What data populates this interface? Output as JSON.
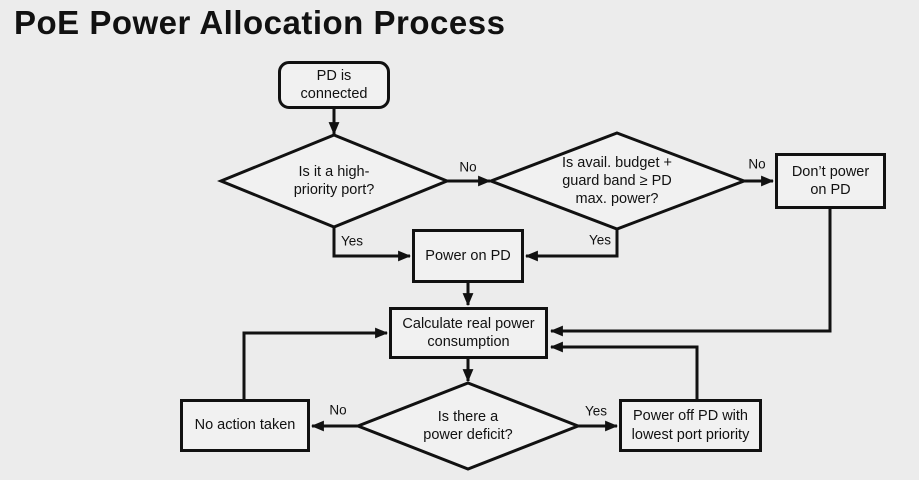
{
  "title": "PoE Power Allocation Process",
  "colors": {
    "background": "#ececec",
    "node_fill": "#f1f1f1",
    "stroke": "#111111"
  },
  "nodes": {
    "start": "PD is\nconnected",
    "high_priority": "Is it a high-\npriority port?",
    "budget_check": "Is avail. budget +\nguard band ≥ PD\nmax. power?",
    "dont_power": "Don’t power\non PD",
    "power_on": "Power on PD",
    "calculate": "Calculate real power\nconsumption",
    "deficit": "Is there a\npower deficit?",
    "no_action": "No action taken",
    "power_off": "Power off PD with\nlowest port priority"
  },
  "edge_labels": {
    "no_priority": "No",
    "no_budget": "No",
    "yes_priority": "Yes",
    "yes_budget": "Yes",
    "no_deficit": "No",
    "yes_deficit": "Yes"
  }
}
